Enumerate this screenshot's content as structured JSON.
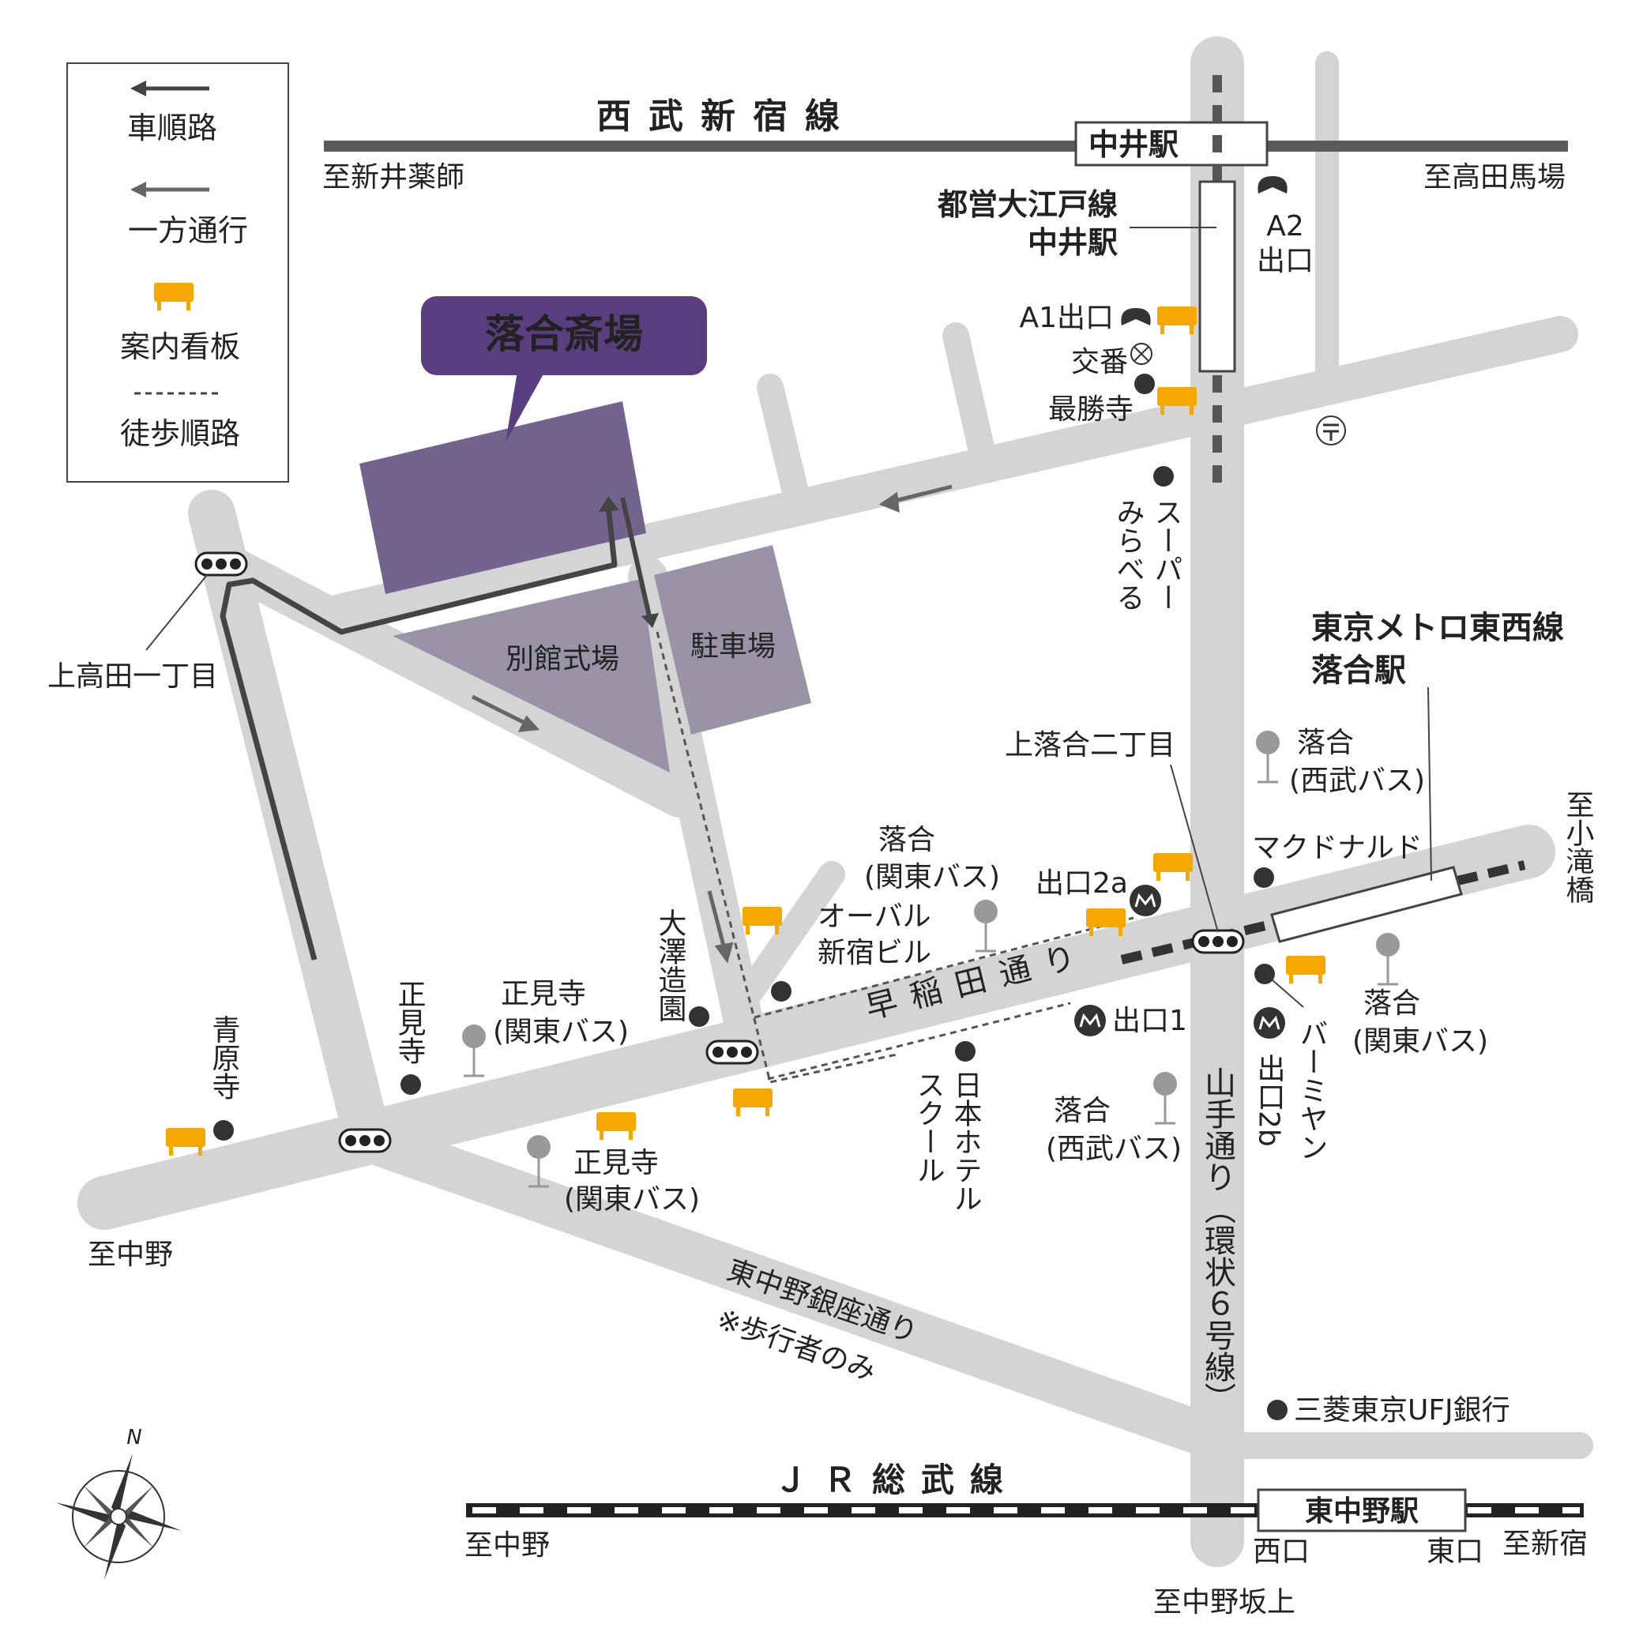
{
  "legend": {
    "car_route": "車順路",
    "one_way": "一方通行",
    "guide_sign": "案内看板",
    "walk_route": "徒歩順路"
  },
  "destination": {
    "name": "落合斎場",
    "annex": "別館式場",
    "parking": "駐車場"
  },
  "rail": {
    "seibu_name": "西武新宿線",
    "seibu_west": "至新井薬師",
    "seibu_east": "至高田馬場",
    "nakai_station": "中井駅",
    "oedo_line": "都営大江戸線",
    "oedo_station": "中井駅",
    "jr_name": "ＪＲ総武線",
    "jr_west": "至中野",
    "jr_east": "至新宿",
    "higashinakano_station": "東中野駅",
    "west_exit": "西口",
    "east_exit": "東口",
    "tozai_line": "東京メトロ東西線",
    "tozai_station": "落合駅"
  },
  "roads": {
    "waseda": "早稲田通り",
    "yamate": "山手通り（環状６号線）",
    "ginza_st": "東中野銀座通り",
    "ginza_note": "※歩行者のみ",
    "to_nakano": "至中野",
    "to_kotaki": "至小滝橋",
    "to_nakanosakaue": "至中野坂上"
  },
  "intersections": {
    "kamitakada": "上高田一丁目",
    "kamiochiai": "上落合二丁目"
  },
  "exits": {
    "a1": "A1出口",
    "a2_line1": "A2",
    "a2_line2": "出口",
    "exit1": "出口1",
    "exit2a": "出口2a",
    "exit2b": "出口2b"
  },
  "landmarks": {
    "koban": "交番",
    "saishoji": "最勝寺",
    "super_line1": "スーパー",
    "super_line2": "みらべる",
    "oval_line1": "オーバル",
    "oval_line2": "新宿ビル",
    "osawa": "大澤造園",
    "shokenji": "正見寺",
    "seigenji": "青原寺",
    "nihon_line1": "日本ホテル",
    "nihon_line2": "スクール",
    "mcdonalds": "マクドナルド",
    "bamiyan": "バーミヤン",
    "mufg": "三菱東京UFJ銀行"
  },
  "bus_stops": {
    "ochiai": "落合",
    "shokenji": "正見寺",
    "kanto_bus": "(関東バス)",
    "seibu_bus": "(西武バス)"
  },
  "colors": {
    "road": "#d4d4d4",
    "facility_main": "#73648f",
    "facility_sub": "#9a93a8",
    "balloon": "#5a3f80",
    "sign": "#f7a800",
    "rail": "#5a5a5a",
    "text": "#222222"
  },
  "compass": {
    "north": "N"
  }
}
